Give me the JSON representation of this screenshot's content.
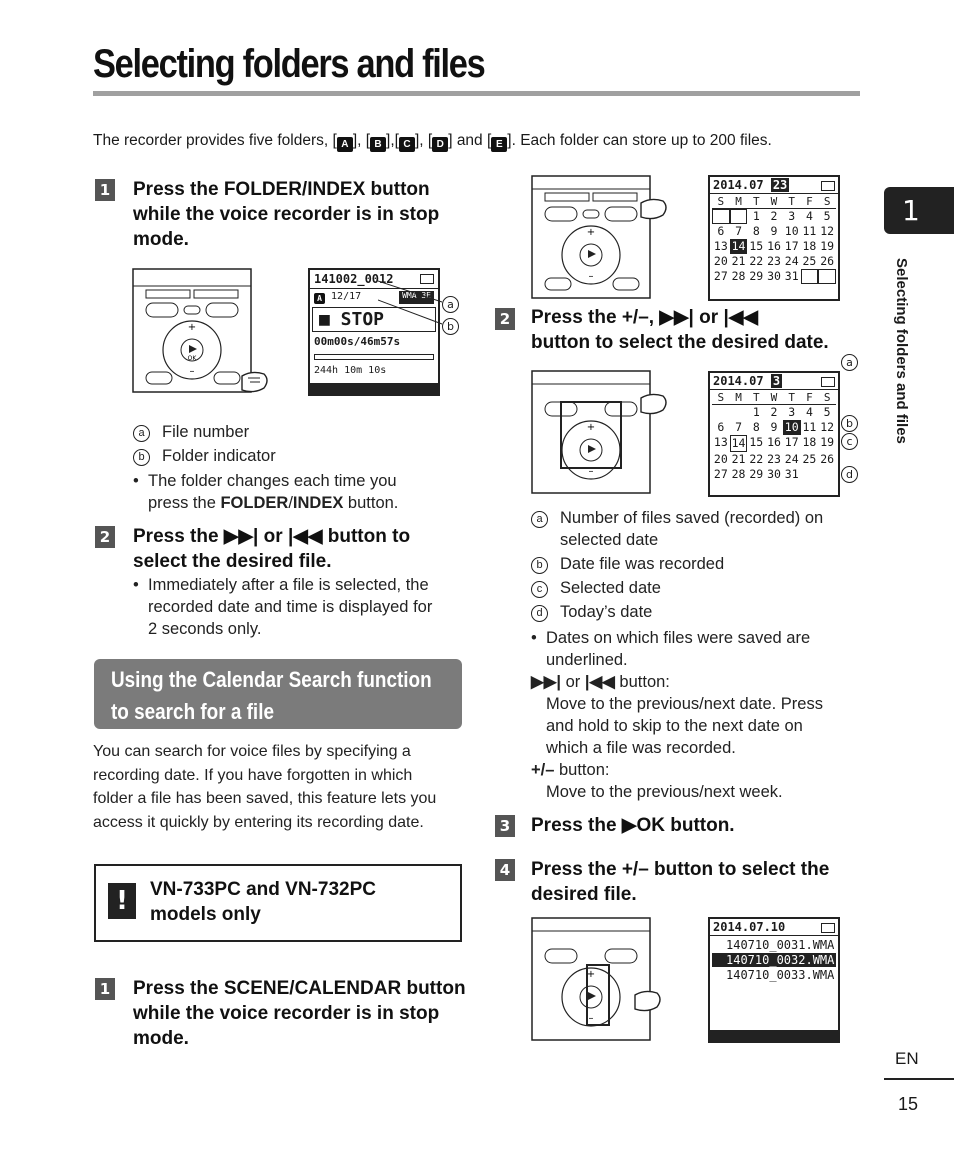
{
  "page_title": "Selecting folders and files",
  "intro": {
    "prefix": "The recorder provides five folders, [",
    "folders": [
      "A",
      "B",
      "C",
      "D",
      "E"
    ],
    "sep1": "], [",
    "sep2": "],[",
    "sep3": "], [",
    "sep4": "] and [",
    "suffix": "]. Each folder can store up to 200 files."
  },
  "left": {
    "step1": {
      "num": "1",
      "line1_a": "Press the ",
      "line1_btn": "FOLDER/INDEX",
      "line1_b": " button",
      "line2": "while the voice recorder is in stop",
      "line3": "mode."
    },
    "lcd1": {
      "file": "141002_0012",
      "folder": "A",
      "counter": "12/17",
      "fmt": "WMA 3E",
      "state": "■ STOP",
      "time": "00m00s/46m57s",
      "remain": "244h 10m 10s"
    },
    "callouts1": [
      {
        "mark": "a",
        "text": "File number"
      },
      {
        "mark": "b",
        "text": "Folder indicator"
      }
    ],
    "bullet1_l1": "The folder changes each time you",
    "bullet1_l2a": "press the ",
    "bullet1_l2b": "FOLDER",
    "bullet1_l2c": "/",
    "bullet1_l2d": "INDEX",
    "bullet1_l2e": " button.",
    "step2": {
      "num": "2",
      "line1_a": "Press the ",
      "line1_icons1": "▶▶|",
      "line1_or": " or ",
      "line1_icons2": "|◀◀",
      "line1_b": " button to",
      "line2": "select the desired file."
    },
    "bullet2": [
      "Immediately after a file is selected, the",
      "recorded date and time is displayed for",
      "2 seconds only."
    ],
    "section_title": [
      "Using the Calendar Search function",
      "to search for a file"
    ],
    "section_body": [
      "You can search for voice files by specifying a",
      "recording date. If you have forgotten in which",
      "folder a file has been saved, this feature lets you",
      "access it quickly by entering its recording date."
    ],
    "note": {
      "icon": "!",
      "line1": "VN-733PC and VN-732PC",
      "line2": "models only"
    },
    "step1b": {
      "num": "1",
      "line1_a": "Press the ",
      "line1_btn": "SCENE/CALENDAR",
      "line1_b": " button",
      "line2": "while the voice recorder is in stop",
      "line3": "mode."
    }
  },
  "right": {
    "cal1": {
      "header": "2014.07",
      "count": "23",
      "days": [
        "S",
        "M",
        "T",
        "W",
        "T",
        "F",
        "S"
      ]
    },
    "step2": {
      "num": "2",
      "line1_a": "Press the +/–, ",
      "line1_i1": "▶▶|",
      "line1_or": " or ",
      "line1_i2": "|◀◀",
      "line2": "button to select the desired date."
    },
    "cal2": {
      "header": "2014.07",
      "count": "3",
      "days": [
        "S",
        "M",
        "T",
        "W",
        "T",
        "F",
        "S"
      ]
    },
    "callouts2": [
      {
        "mark": "a",
        "text": "Number of files saved (recorded) on"
      },
      {
        "mark": "",
        "text": "selected date"
      },
      {
        "mark": "b",
        "text": "Date file was recorded"
      },
      {
        "mark": "c",
        "text": "Selected date"
      },
      {
        "mark": "d",
        "text": "Today’s date"
      }
    ],
    "bullet_dates": [
      "Dates on which files were saved are",
      "underlined."
    ],
    "ff_line": {
      "i1": "▶▶|",
      "or": " or ",
      "i2": "|◀◀",
      "rest": " button:"
    },
    "ff_desc": [
      "Move to the previous/next date. Press",
      "and hold to skip to the next date on",
      "which a file was recorded."
    ],
    "pm_line": {
      "bold": "+/–",
      "rest": " button:"
    },
    "pm_desc": "Move to the previous/next week.",
    "step3": {
      "num": "3",
      "a": "Press the ",
      "icon": "▶",
      "btn": "OK",
      "b": " button."
    },
    "step4": {
      "num": "4",
      "line1": "Press the +/– button to select the",
      "line2": "desired file."
    },
    "lcd_files": {
      "header": "2014.07.10",
      "files": [
        "140710_0031.WMA",
        "140710_0032.WMA",
        "140710_0033.WMA"
      ]
    }
  },
  "sidebar": {
    "chapter": "1",
    "label": "Selecting folders and files"
  },
  "footer": {
    "lang": "EN",
    "page": "15"
  },
  "calendar_rows": [
    [
      "",
      "",
      "1",
      "2",
      "3",
      "4",
      "5"
    ],
    [
      "6",
      "7",
      "8",
      "9",
      "10",
      "11",
      "12"
    ],
    [
      "13",
      "14",
      "15",
      "16",
      "17",
      "18",
      "19"
    ],
    [
      "20",
      "21",
      "22",
      "23",
      "24",
      "25",
      "26"
    ],
    [
      "27",
      "28",
      "29",
      "30",
      "31",
      "",
      ""
    ]
  ],
  "labels": {
    "plus": "+",
    "minus": "–",
    "ok": "OK",
    "a": "a",
    "b": "b",
    "c": "c",
    "d": "d"
  }
}
